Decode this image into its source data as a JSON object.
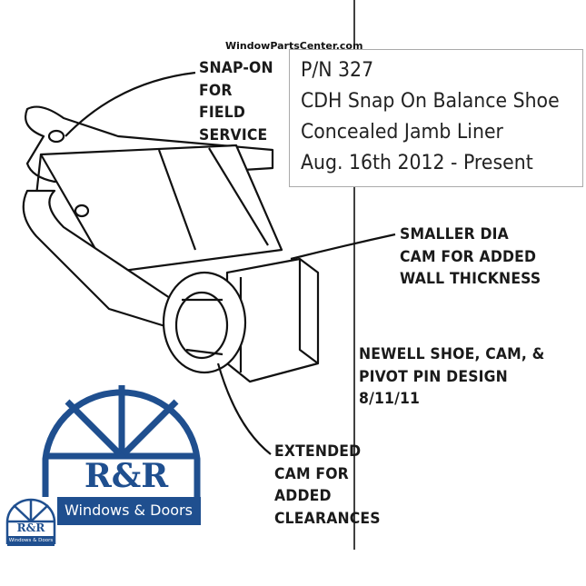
{
  "watermark": "WindowPartsCenter.com",
  "info_box": {
    "lines": [
      "P/N 327",
      "CDH Snap On Balance Shoe",
      "Concealed Jamb Liner",
      "Aug. 16th 2012 - Present"
    ]
  },
  "callouts": {
    "snap_on": [
      "SNAP-ON",
      "FOR",
      "FIELD",
      "SERVICE"
    ],
    "smaller_dia": [
      "SMALLER DIA",
      "CAM FOR ADDED",
      "WALL THICKNESS"
    ],
    "newell": [
      "NEWELL SHOE, CAM, &",
      "PIVOT PIN DESIGN",
      "8/11/11"
    ],
    "extended": [
      "EXTENDED",
      "CAM FOR",
      "ADDED",
      "CLEARANCES"
    ]
  },
  "logo": {
    "brand": "R&R",
    "tagline": "Windows & Doors",
    "color": "#1f4f8f"
  }
}
